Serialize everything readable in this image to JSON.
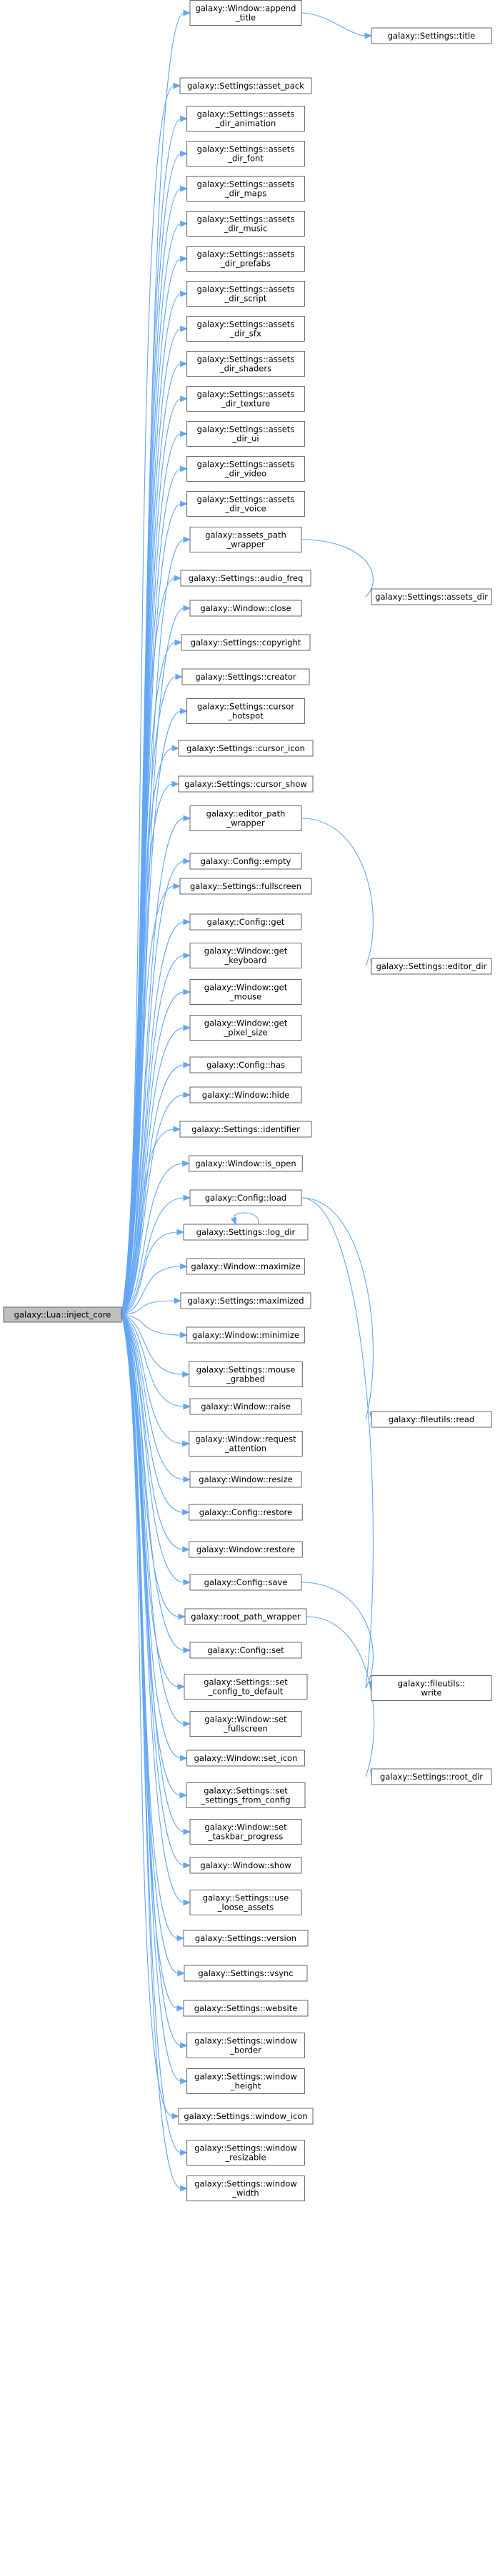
{
  "diagram": {
    "type": "call-graph",
    "root": "galaxy::Lua::inject_core",
    "nodes": [
      {
        "id": "n_append_title",
        "lines": [
          "galaxy::Window::append",
          "_title"
        ]
      },
      {
        "id": "n_asset_pack",
        "lines": [
          "galaxy::Settings::asset_pack"
        ]
      },
      {
        "id": "n_assets_dir_animation",
        "lines": [
          "galaxy::Settings::assets",
          "_dir_animation"
        ]
      },
      {
        "id": "n_assets_dir_font",
        "lines": [
          "galaxy::Settings::assets",
          "_dir_font"
        ]
      },
      {
        "id": "n_assets_dir_maps",
        "lines": [
          "galaxy::Settings::assets",
          "_dir_maps"
        ]
      },
      {
        "id": "n_assets_dir_music",
        "lines": [
          "galaxy::Settings::assets",
          "_dir_music"
        ]
      },
      {
        "id": "n_assets_dir_prefabs",
        "lines": [
          "galaxy::Settings::assets",
          "_dir_prefabs"
        ]
      },
      {
        "id": "n_assets_dir_script",
        "lines": [
          "galaxy::Settings::assets",
          "_dir_script"
        ]
      },
      {
        "id": "n_assets_dir_sfx",
        "lines": [
          "galaxy::Settings::assets",
          "_dir_sfx"
        ]
      },
      {
        "id": "n_assets_dir_shaders",
        "lines": [
          "galaxy::Settings::assets",
          "_dir_shaders"
        ]
      },
      {
        "id": "n_assets_dir_texture",
        "lines": [
          "galaxy::Settings::assets",
          "_dir_texture"
        ]
      },
      {
        "id": "n_assets_dir_ui",
        "lines": [
          "galaxy::Settings::assets",
          "_dir_ui"
        ]
      },
      {
        "id": "n_assets_dir_video",
        "lines": [
          "galaxy::Settings::assets",
          "_dir_video"
        ]
      },
      {
        "id": "n_assets_dir_voice",
        "lines": [
          "galaxy::Settings::assets",
          "_dir_voice"
        ]
      },
      {
        "id": "n_assets_path_wrapper",
        "lines": [
          "galaxy::assets_path",
          "_wrapper"
        ]
      },
      {
        "id": "n_audio_freq",
        "lines": [
          "galaxy::Settings::audio_freq"
        ]
      },
      {
        "id": "n_close",
        "lines": [
          "galaxy::Window::close"
        ]
      },
      {
        "id": "n_copyright",
        "lines": [
          "galaxy::Settings::copyright"
        ]
      },
      {
        "id": "n_creator",
        "lines": [
          "galaxy::Settings::creator"
        ]
      },
      {
        "id": "n_cursor_hotspot",
        "lines": [
          "galaxy::Settings::cursor",
          "_hotspot"
        ]
      },
      {
        "id": "n_cursor_icon",
        "lines": [
          "galaxy::Settings::cursor_icon"
        ]
      },
      {
        "id": "n_cursor_show",
        "lines": [
          "galaxy::Settings::cursor_show"
        ]
      },
      {
        "id": "n_editor_path_wrapper",
        "lines": [
          "galaxy::editor_path",
          "_wrapper"
        ]
      },
      {
        "id": "n_config_empty",
        "lines": [
          "galaxy::Config::empty"
        ]
      },
      {
        "id": "n_fullscreen",
        "lines": [
          "galaxy::Settings::fullscreen"
        ]
      },
      {
        "id": "n_config_get",
        "lines": [
          "galaxy::Config::get"
        ]
      },
      {
        "id": "n_get_keyboard",
        "lines": [
          "galaxy::Window::get",
          "_keyboard"
        ]
      },
      {
        "id": "n_get_mouse",
        "lines": [
          "galaxy::Window::get",
          "_mouse"
        ]
      },
      {
        "id": "n_get_pixel_size",
        "lines": [
          "galaxy::Window::get",
          "_pixel_size"
        ]
      },
      {
        "id": "n_config_has",
        "lines": [
          "galaxy::Config::has"
        ]
      },
      {
        "id": "n_hide",
        "lines": [
          "galaxy::Window::hide"
        ]
      },
      {
        "id": "n_identifier",
        "lines": [
          "galaxy::Settings::identifier"
        ]
      },
      {
        "id": "n_is_open",
        "lines": [
          "galaxy::Window::is_open"
        ]
      },
      {
        "id": "n_config_load",
        "lines": [
          "galaxy::Config::load"
        ]
      },
      {
        "id": "n_log_dir",
        "lines": [
          "galaxy::Settings::log_dir"
        ]
      },
      {
        "id": "n_maximize",
        "lines": [
          "galaxy::Window::maximize"
        ]
      },
      {
        "id": "n_maximized",
        "lines": [
          "galaxy::Settings::maximized"
        ]
      },
      {
        "id": "n_minimize",
        "lines": [
          "galaxy::Window::minimize"
        ]
      },
      {
        "id": "n_mouse_grabbed",
        "lines": [
          "galaxy::Settings::mouse",
          "_grabbed"
        ]
      },
      {
        "id": "n_raise",
        "lines": [
          "galaxy::Window::raise"
        ]
      },
      {
        "id": "n_request_attention",
        "lines": [
          "galaxy::Window::request",
          "_attention"
        ]
      },
      {
        "id": "n_resize",
        "lines": [
          "galaxy::Window::resize"
        ]
      },
      {
        "id": "n_config_restore",
        "lines": [
          "galaxy::Config::restore"
        ]
      },
      {
        "id": "n_window_restore",
        "lines": [
          "galaxy::Window::restore"
        ]
      },
      {
        "id": "n_config_save",
        "lines": [
          "galaxy::Config::save"
        ]
      },
      {
        "id": "n_root_path_wrapper",
        "lines": [
          "galaxy::root_path_wrapper"
        ]
      },
      {
        "id": "n_config_set",
        "lines": [
          "galaxy::Config::set"
        ]
      },
      {
        "id": "n_set_config_to_default",
        "lines": [
          "galaxy::Settings::set",
          "_config_to_default"
        ]
      },
      {
        "id": "n_set_fullscreen",
        "lines": [
          "galaxy::Window::set",
          "_fullscreen"
        ]
      },
      {
        "id": "n_set_icon",
        "lines": [
          "galaxy::Window::set_icon"
        ]
      },
      {
        "id": "n_set_settings_from_config",
        "lines": [
          "galaxy::Settings::set",
          "_settings_from_config"
        ]
      },
      {
        "id": "n_set_taskbar_progress",
        "lines": [
          "galaxy::Window::set",
          "_taskbar_progress"
        ]
      },
      {
        "id": "n_show",
        "lines": [
          "galaxy::Window::show"
        ]
      },
      {
        "id": "n_use_loose_assets",
        "lines": [
          "galaxy::Settings::use",
          "_loose_assets"
        ]
      },
      {
        "id": "n_version",
        "lines": [
          "galaxy::Settings::version"
        ]
      },
      {
        "id": "n_vsync",
        "lines": [
          "galaxy::Settings::vsync"
        ]
      },
      {
        "id": "n_website",
        "lines": [
          "galaxy::Settings::website"
        ]
      },
      {
        "id": "n_window_border",
        "lines": [
          "galaxy::Settings::window",
          "_border"
        ]
      },
      {
        "id": "n_window_height",
        "lines": [
          "galaxy::Settings::window",
          "_height"
        ]
      },
      {
        "id": "n_window_icon",
        "lines": [
          "galaxy::Settings::window_icon"
        ]
      },
      {
        "id": "n_window_resizable",
        "lines": [
          "galaxy::Settings::window",
          "_resizable"
        ]
      },
      {
        "id": "n_window_width",
        "lines": [
          "galaxy::Settings::window",
          "_width"
        ]
      },
      {
        "id": "n_settings_title",
        "lines": [
          "galaxy::Settings::title"
        ]
      },
      {
        "id": "n_settings_assets_dir",
        "lines": [
          "galaxy::Settings::assets_dir"
        ]
      },
      {
        "id": "n_settings_editor_dir",
        "lines": [
          "galaxy::Settings::editor_dir"
        ]
      },
      {
        "id": "n_fileutils_read",
        "lines": [
          "galaxy::fileutils::read"
        ]
      },
      {
        "id": "n_fileutils_write",
        "lines": [
          "galaxy::fileutils::",
          "write"
        ]
      },
      {
        "id": "n_settings_root_dir",
        "lines": [
          "galaxy::Settings::root_dir"
        ]
      }
    ],
    "edges": [
      [
        "n_append_title",
        "n_settings_title"
      ],
      [
        "n_assets_path_wrapper",
        "n_settings_assets_dir"
      ],
      [
        "n_editor_path_wrapper",
        "n_settings_editor_dir"
      ],
      [
        "n_config_load",
        "n_fileutils_read"
      ],
      [
        "n_config_load",
        "n_fileutils_write"
      ],
      [
        "n_config_save",
        "n_fileutils_write"
      ],
      [
        "n_root_path_wrapper",
        "n_settings_root_dir"
      ],
      [
        "n_log_dir",
        "n_log_dir"
      ]
    ]
  }
}
